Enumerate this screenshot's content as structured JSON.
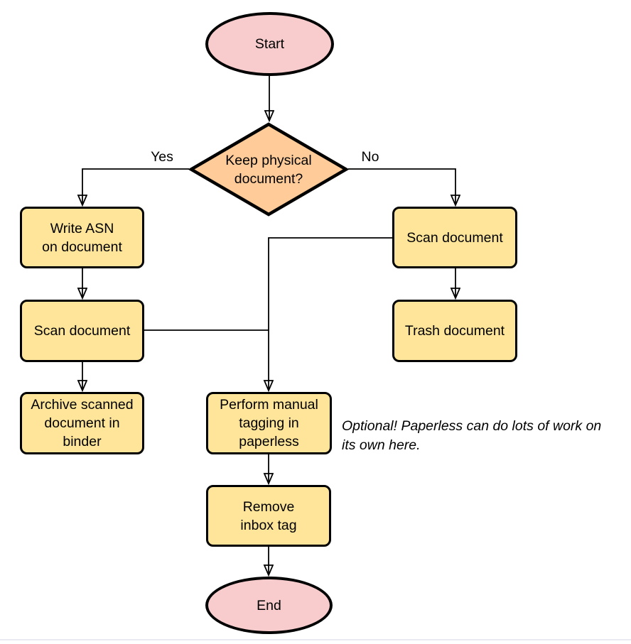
{
  "palette": {
    "node_yellow": "#FFE599",
    "node_pink": "#F8CCCC",
    "node_orange": "#FFCC99",
    "stroke": "#000000"
  },
  "nodes": {
    "start": {
      "label": "Start"
    },
    "decision": {
      "label": "Keep physical\ndocument?"
    },
    "write_asn": {
      "label": "Write ASN\non document"
    },
    "scan_left": {
      "label": "Scan document"
    },
    "archive": {
      "label": "Archive scanned\ndocument in\nbinder"
    },
    "scan_right": {
      "label": "Scan document"
    },
    "trash": {
      "label": "Trash document"
    },
    "tagging": {
      "label": "Perform manual\ntagging in\npaperless"
    },
    "remove_inbox": {
      "label": "Remove\ninbox tag"
    },
    "end": {
      "label": "End"
    }
  },
  "edge_labels": {
    "yes": "Yes",
    "no": "No"
  },
  "note": {
    "text": "Optional! Paperless can do lots of work on\nits own here."
  }
}
